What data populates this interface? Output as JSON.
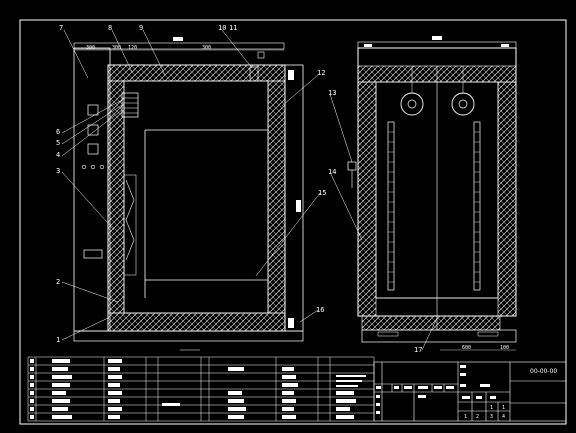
{
  "drawing": {
    "callouts": [
      "7",
      "8",
      "9",
      "10",
      "11",
      "12",
      "6",
      "5",
      "4",
      "3",
      "13",
      "14",
      "15",
      "2",
      "1",
      "16",
      "17"
    ],
    "dims_front": [
      "300",
      "300",
      "120",
      "300"
    ],
    "dims_side": [
      "600",
      "100"
    ],
    "title_block": {
      "drawing_no": "00-00-00",
      "scale_labels": [
        "1",
        "1"
      ],
      "sheet_labels": [
        "1",
        "2",
        "3",
        "4"
      ]
    }
  }
}
